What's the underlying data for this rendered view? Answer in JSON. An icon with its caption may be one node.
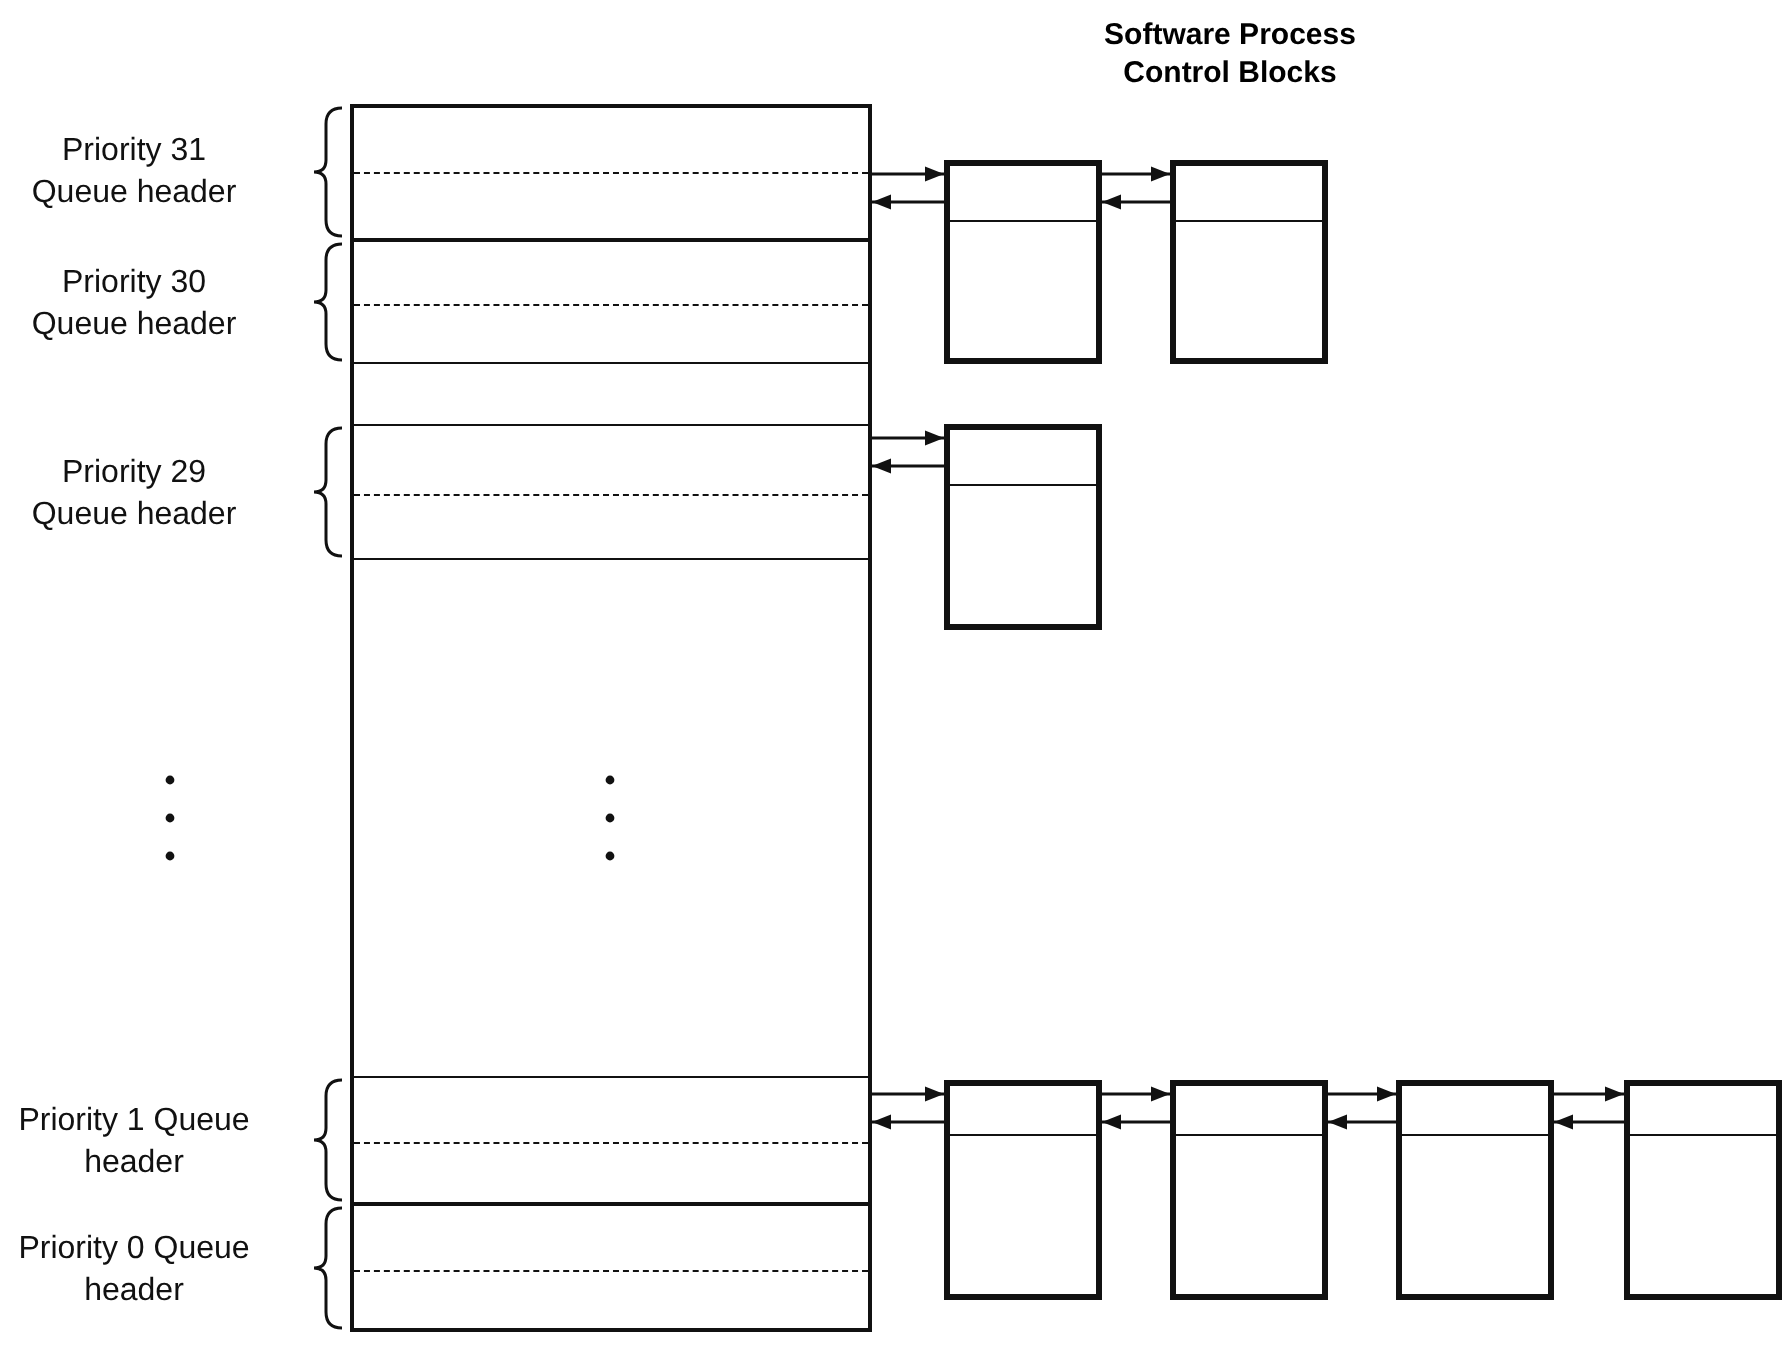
{
  "diagram": {
    "title": "Software Process Control Blocks",
    "nodes": [
      {
        "text": [],
        "shape": "box"
      },
      {
        "text": [
          "Priority 31 Queue header"
        ],
        "in": 0
      },
      {
        "text": [
          "Priority 30 Queue header"
        ],
        "in": 0
      },
      {
        "text": [
          "Priority 29 Queue header"
        ],
        "in": 0
      },
      {
        "text": [
          "Priority 1 Queue header"
        ],
        "in": 0
      },
      {
        "text": [
          "Priority 0 Queue header"
        ],
        "in": 0
      },
      {
        "text": [],
        "shape": "box"
      },
      {
        "text": [],
        "shape": "box"
      },
      {
        "text": [],
        "shape": "box"
      },
      {
        "text": [],
        "shape": "box"
      },
      {
        "text": [],
        "shape": "box"
      },
      {
        "text": [],
        "shape": "box"
      },
      {
        "text": [],
        "shape": "box"
      }
    ],
    "edges": [
      {
        "from": 1,
        "to": 6,
        "arrow": "to"
      },
      {
        "from": 6,
        "to": 1,
        "arrow": "to"
      },
      {
        "from": 6,
        "to": 7,
        "arrow": "to"
      },
      {
        "from": 7,
        "to": 6,
        "arrow": "to"
      },
      {
        "from": 3,
        "to": 8,
        "arrow": "to"
      },
      {
        "from": 8,
        "to": 3,
        "arrow": "to"
      },
      {
        "from": 4,
        "to": 9,
        "arrow": "to"
      },
      {
        "from": 9,
        "to": 4,
        "arrow": "to"
      },
      {
        "from": 9,
        "to": 10,
        "arrow": "to"
      },
      {
        "from": 10,
        "to": 9,
        "arrow": "to"
      },
      {
        "from": 10,
        "to": 11,
        "arrow": "to"
      },
      {
        "from": 11,
        "to": 10,
        "arrow": "to"
      },
      {
        "from": 11,
        "to": 12,
        "arrow": "to"
      },
      {
        "from": 12,
        "to": 11,
        "arrow": "to"
      }
    ]
  }
}
